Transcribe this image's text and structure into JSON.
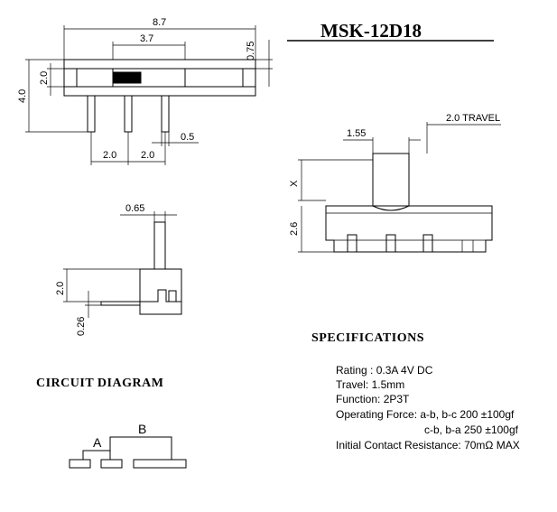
{
  "title": "MSK-12D18",
  "top_view": {
    "dim_width": "8.7",
    "dim_slot": "3.7",
    "dim_top": "0.75",
    "dim_body_h": "2.0",
    "dim_total_h": "4.0",
    "dim_pitch_1": "2.0",
    "dim_pitch_2": "2.0",
    "dim_pin": "0.5"
  },
  "front_view": {
    "dim_actuator": "1.55",
    "dim_travel": "2.0 TRAVEL",
    "dim_x": "X",
    "dim_height": "2.6"
  },
  "side_view": {
    "dim_thickness": "0.65",
    "dim_height": "2.0",
    "dim_offset": "0.26"
  },
  "circuit": {
    "heading": "CIRCUIT DIAGRAM",
    "label_a": "A",
    "label_b": "B"
  },
  "specifications": {
    "heading": "SPECIFICATIONS",
    "rating": "Rating : 0.3A 4V DC",
    "travel": "Travel: 1.5mm",
    "function": "Function: 2P3T",
    "force_1": "Operating Force: a-b, b-c 200 ±100gf",
    "force_2": "c-b, b-a 250 ±100gf",
    "resistance": "Initial Contact Resistance: 70mΩ MAX"
  }
}
